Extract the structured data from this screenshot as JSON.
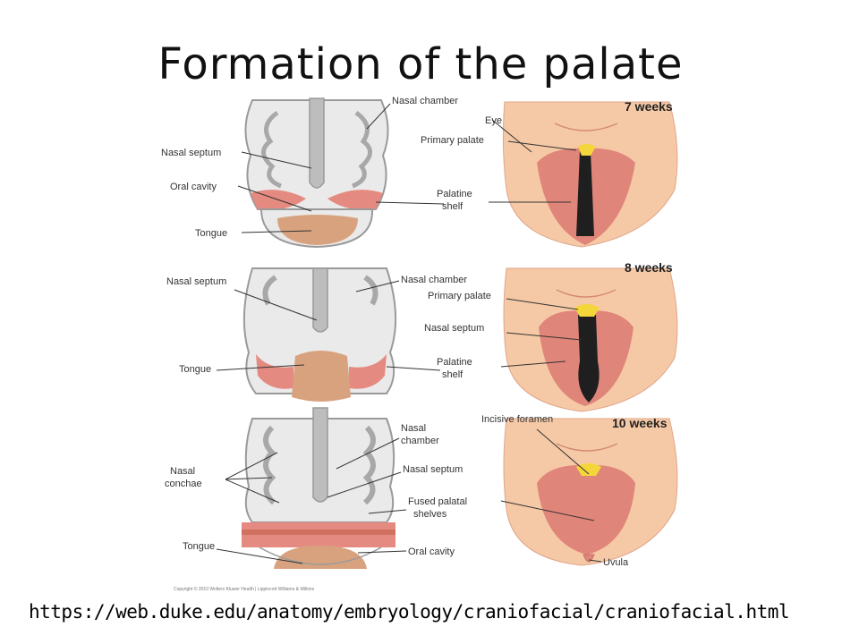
{
  "slide": {
    "title": "Formation of the palate",
    "source_url": "https://web.duke.edu/anatomy/embryology/craniofacial/craniofacial.html"
  },
  "figure": {
    "copyright": "Copyright © 2010 Wolters Kluwer Health | Lippincott Williams & Wilkins",
    "panel_7": {
      "weeks": "7 weeks",
      "nasal_chamber": "Nasal chamber",
      "nasal_septum": "Nasal septum",
      "oral_cavity": "Oral cavity",
      "tongue": "Tongue",
      "eye": "Eye",
      "primary_palate": "Primary palate",
      "palatine_1": "Palatine",
      "palatine_2": "shelf"
    },
    "panel_8": {
      "weeks": "8 weeks",
      "nasal_septum_left": "Nasal septum",
      "tongue": "Tongue",
      "nasal_chamber": "Nasal chamber",
      "primary_palate": "Primary palate",
      "nasal_septum_right": "Nasal septum",
      "palatine_1": "Palatine",
      "palatine_2": "shelf"
    },
    "panel_10": {
      "weeks": "10 weeks",
      "nasal_conchae_1": "Nasal",
      "nasal_conchae_2": "conchae",
      "tongue": "Tongue",
      "nasal_chamber_1": "Nasal",
      "nasal_chamber_2": "chamber",
      "nasal_septum": "Nasal septum",
      "fused_1": "Fused palatal",
      "fused_2": "shelves",
      "oral_cavity": "Oral cavity",
      "incisive_foramen": "Incisive foramen",
      "uvula": "Uvula"
    }
  },
  "colors": {
    "tissue": "#eaeaea",
    "outline": "#9a9a9a",
    "gray_dark": "#b8b8b8",
    "shelf_pink": "#e58a80",
    "tongue_tan": "#d9a27e",
    "skin": "#f6c9a6",
    "palate_salmon": "#e0857a",
    "primary_yellow": "#f4d63a"
  }
}
